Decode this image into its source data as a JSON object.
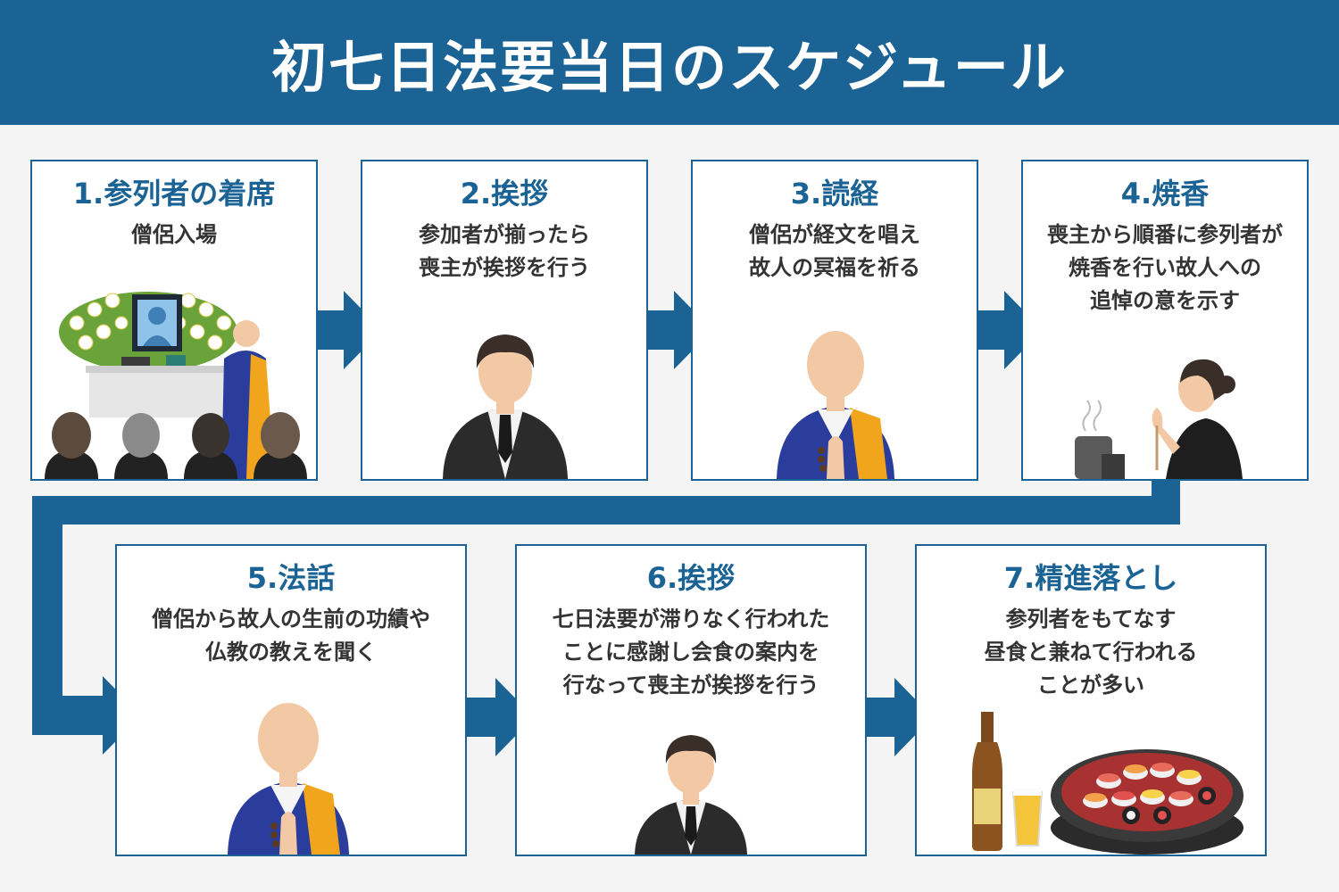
{
  "title": "初七日法要当日のスケジュール",
  "colors": {
    "header_bg": "#1b6394",
    "accent": "#1b6394",
    "card_border": "#1b6394",
    "background": "#f4f4f4",
    "text": "#333333"
  },
  "steps": [
    {
      "title": "1.参列者の着席",
      "lines": [
        "僧侶入場"
      ],
      "icon": "funeral-altar-with-monk-and-mourners-icon"
    },
    {
      "title": "2.挨拶",
      "lines": [
        "参加者が揃ったら",
        "喪主が挨拶を行う"
      ],
      "icon": "man-in-black-suit-icon"
    },
    {
      "title": "3.読経",
      "lines": [
        "僧侶が経文を唱え",
        "故人の冥福を祈る"
      ],
      "icon": "praying-monk-icon"
    },
    {
      "title": "4.焼香",
      "lines": [
        "喪主から順番に参列者が",
        "焼香を行い故人への",
        "追悼の意を示す"
      ],
      "icon": "woman-offering-incense-icon"
    },
    {
      "title": "5.法話",
      "lines": [
        "僧侶から故人の生前の功績や",
        "仏教の教えを聞く"
      ],
      "icon": "praying-monk-icon"
    },
    {
      "title": "6.挨拶",
      "lines": [
        "七日法要が滞りなく行われた",
        "ことに感謝し会食の案内を",
        "行なって喪主が挨拶を行う"
      ],
      "icon": "man-in-black-suit-icon"
    },
    {
      "title": "7.精進落とし",
      "lines": [
        "参列者をもてなす",
        "昼食と兼ねて行われる",
        "ことが多い"
      ],
      "icon": "sake-bottle-beer-and-sushi-icon"
    }
  ]
}
